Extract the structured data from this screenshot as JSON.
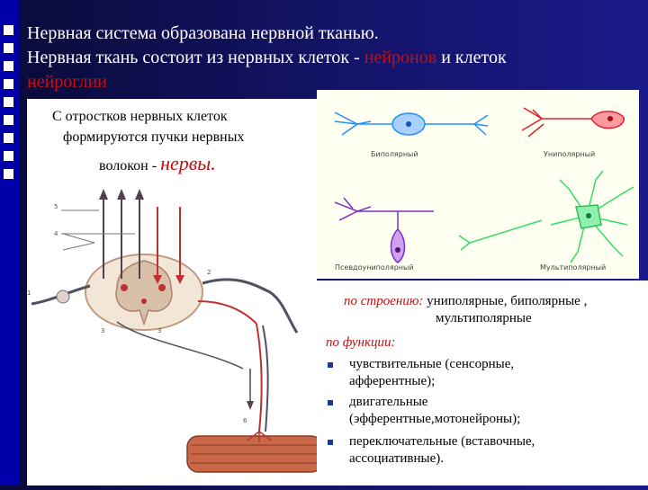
{
  "heading": {
    "line1": "Нервная система образована нервной тканью.",
    "line2_a": " Нервная ткань состоит из нервных клеток - ",
    "line2_red": "нейронов",
    "line2_b": " и клеток",
    "line3_red": "нейроглии"
  },
  "panel": {
    "line1": "С отростков нервных клеток",
    "line2": "формируются пучки нервных",
    "line3_a": "волокон - ",
    "line3_red": "нервы."
  },
  "neurons": {
    "bipolar": "Биполярный",
    "unipolar": "Униполярный",
    "pseudo": "Псевдоуниполярный",
    "multi": "Мультиполярный"
  },
  "spine_labels": [
    "5",
    "4",
    "1",
    "2",
    "3",
    "3",
    "6"
  ],
  "classification": {
    "by_structure_label": "по строению:",
    "by_structure_text_1": "униполярные, биполярные ,",
    "by_structure_text_2": "мультиполярные",
    "by_function_label": "по функции:",
    "items": [
      {
        "line1": "чувствительные (сенсорные,",
        "line2": "афферентные);"
      },
      {
        "line1": "двигательные",
        "line2": "(эфферентные,мотонейроны);"
      },
      {
        "line1": "переключательные  (вставочные,",
        "line2": "ассоциативные)."
      }
    ]
  },
  "colors": {
    "background": "#14146a",
    "accent_red": "#c01010",
    "neuron_blue": "#2090ff",
    "neuron_red": "#e02030",
    "neuron_purple": "#8030c0",
    "neuron_green": "#30e060"
  }
}
